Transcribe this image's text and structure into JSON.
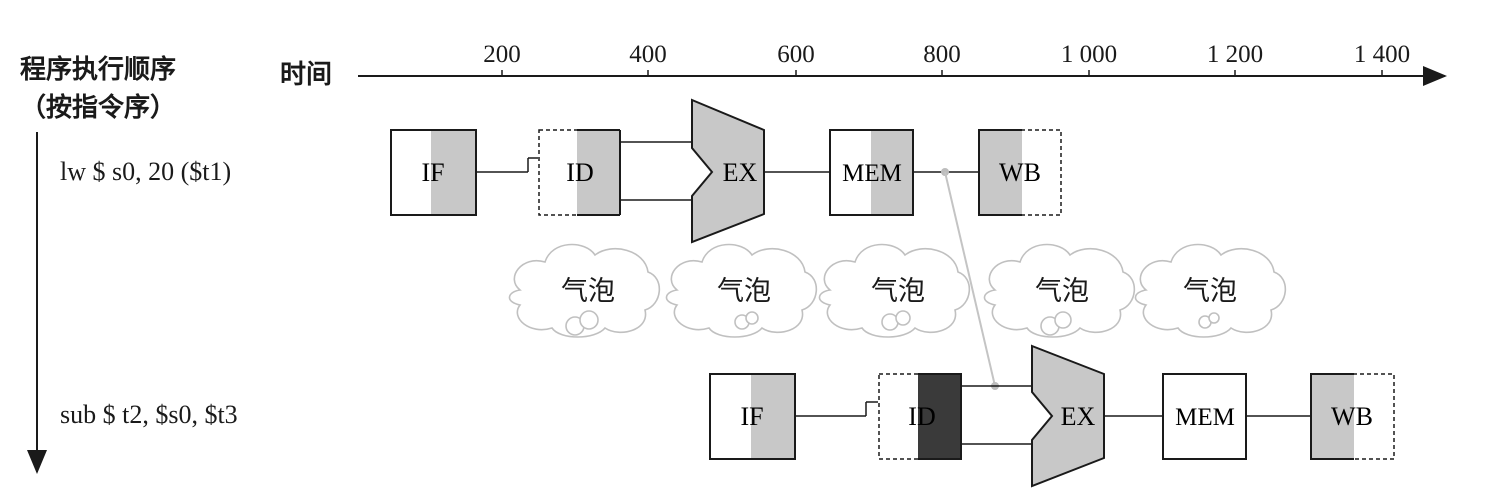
{
  "vertical_axis_label_line1": "程序执行顺序",
  "vertical_axis_label_line2": "（按指令序）",
  "time_label": "时间",
  "time_ticks": [
    "200",
    "400",
    "600",
    "800",
    "1 000",
    "1 200",
    "1 400"
  ],
  "bubble_label": "气泡",
  "bubble_count": 5,
  "instructions": [
    {
      "text": "lw  $ s0, 20 ($t1)",
      "stages": [
        "IF",
        "ID",
        "EX",
        "MEM",
        "WB"
      ]
    },
    {
      "text": "sub  $ t2, $s0, $t3",
      "stages": [
        "IF",
        "ID",
        "EX",
        "MEM",
        "WB"
      ]
    }
  ]
}
